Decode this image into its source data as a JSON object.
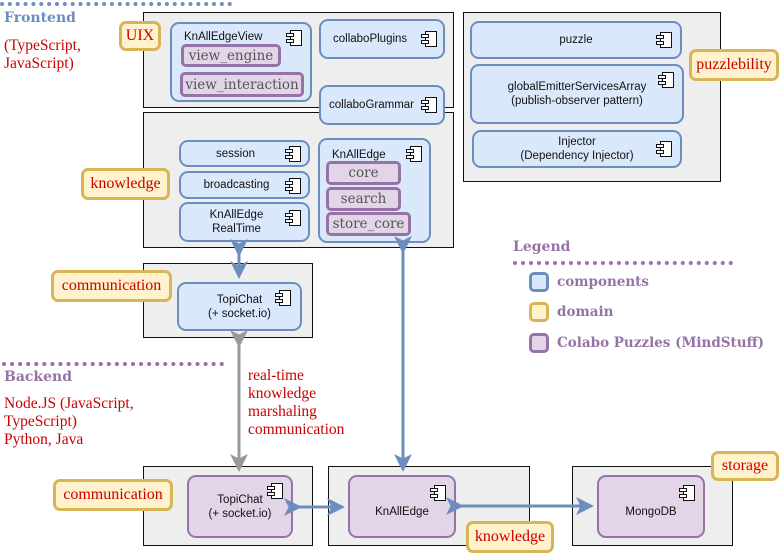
{
  "sections": {
    "frontend": {
      "title": "Frontend",
      "tech": [
        "(TypeScript,",
        "JavaScript)"
      ]
    },
    "backend": {
      "title": "Backend",
      "tech": [
        "Node.JS (JavaScript,",
        "TypeScript)",
        "Python, Java"
      ]
    }
  },
  "domains": {
    "uix": "UIX",
    "puzzlebility": "puzzlebility",
    "knowledge_front": "knowledge",
    "communication_front": "communication",
    "communication_back": "communication",
    "knowledge_back": "knowledge",
    "storage": "storage"
  },
  "components": {
    "knalledge_view": "KnAllEdgeView",
    "collabo_plugins": "collaboPlugins",
    "collabo_grammar": "collaboGrammar",
    "puzzle": "puzzle",
    "global_emitter": [
      "globalEmitterServicesArray",
      "(publish-observer pattern)"
    ],
    "injector": [
      "Injector",
      "(Dependency Injector)"
    ],
    "session": "session",
    "broadcasting": "broadcasting",
    "knalledge_realtime": [
      "KnAllEdge",
      "RealTime"
    ],
    "knalledge": "KnAllEdge",
    "topichat_front": [
      "TopiChat",
      "(+ socket.io)"
    ],
    "topichat_back": [
      "TopiChat",
      "(+ socket.io)"
    ],
    "knalledge_back": "KnAllEdge",
    "mongodb": "MongoDB"
  },
  "puzzles": {
    "view_engine": "view_engine",
    "view_interaction": "view_interaction",
    "core": "core",
    "search": "search",
    "store_core": "store_core"
  },
  "realtime_label": [
    "real-time",
    "knowledge",
    "marshaling",
    "communication"
  ],
  "legend": {
    "title": "Legend",
    "items": [
      {
        "label": "components",
        "fill": "#dae8fc",
        "stroke": "#6c8ebf"
      },
      {
        "label": "domain",
        "fill": "#fff2cc",
        "stroke": "#d6b656"
      },
      {
        "label": "Colabo Puzzles (MindStuff)",
        "fill": "#e1d5e7",
        "stroke": "#9673a6"
      }
    ]
  },
  "colors": {
    "frontend_title": "#6c8ebf",
    "backend_title": "#9673a6",
    "tech_text": "#cc0000",
    "arrow_blue": "#6c8ebf",
    "arrow_gray": "#999999"
  }
}
